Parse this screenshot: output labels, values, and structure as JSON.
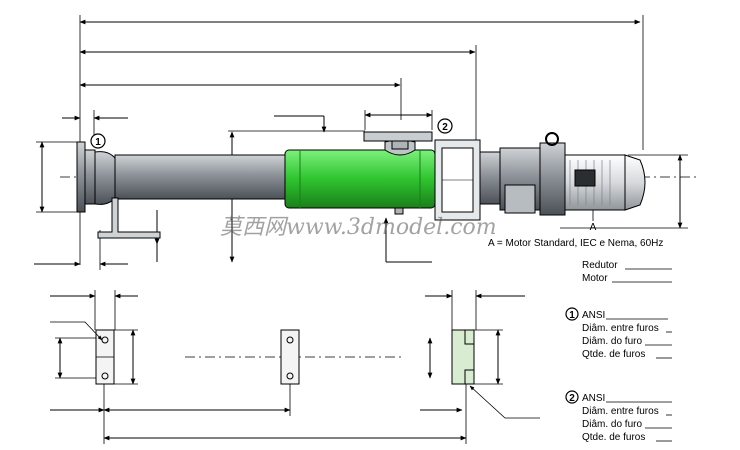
{
  "colors": {
    "stator": "#33cc33",
    "stator_dark": "#1f8f1f",
    "metal": "#9aa0a6",
    "metal_dark": "#5f656b",
    "motor": "#e6e8ea",
    "bracket": "#d8ecd2"
  },
  "labels": {
    "callout_1": "1",
    "callout_2": "2",
    "motor_tag": "A",
    "motor_note": "A = Motor Standard, IEC e Nema, 60Hz",
    "watermark": "莫西网www.3dmodel.com"
  },
  "fields": {
    "redutor": "Redutor",
    "motor": "Motor"
  },
  "ansi_1": {
    "title": "ANSI",
    "entre_furos": "Diâm. entre furos",
    "do_furo": "Diâm. do furo",
    "qtde": "Qtde. de furos"
  },
  "ansi_2": {
    "title": "ANSI",
    "entre_furos": "Diâm. entre furos",
    "do_furo": "Diâm. do furo",
    "qtde": "Qtde. de furos"
  },
  "icons": [
    "callout-circle-icon",
    "lifting-eye-icon",
    "arrow-head-icon"
  ]
}
